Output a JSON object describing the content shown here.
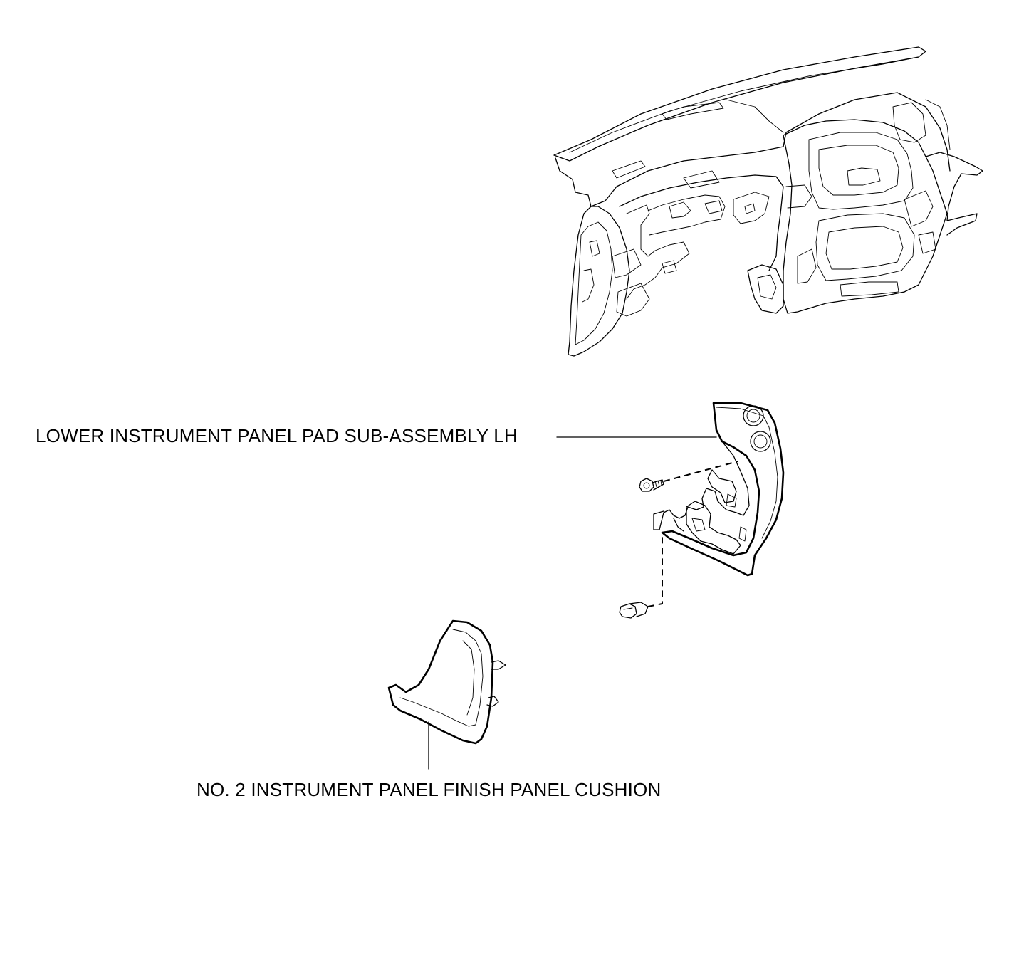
{
  "labels": {
    "lower_pad": "LOWER INSTRUMENT PANEL PAD SUB-ASSEMBLY LH",
    "cushion": "NO. 2 INSTRUMENT PANEL FINISH PANEL CUSHION"
  },
  "parts": {
    "dashboard": "instrument-panel-assembly",
    "lower_pad": "lower-instrument-panel-pad-sub-assembly-lh",
    "screw": "screw",
    "clip": "clip",
    "cushion": "no-2-instrument-panel-finish-panel-cushion"
  },
  "colors": {
    "line": "#000000",
    "background": "#ffffff"
  }
}
